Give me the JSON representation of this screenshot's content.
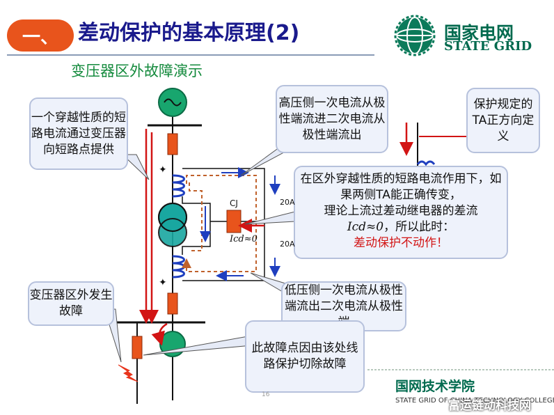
{
  "header": {
    "badge": "一、",
    "title": "差动保护的基本原理(2)",
    "subtitle": "变压器区外故障演示"
  },
  "logo": {
    "name_cn": "国家电网",
    "name_en": "STATE GRID"
  },
  "callouts": {
    "through_current": "一个穿越性质的短路电流通过变压器向短路点提供",
    "hv_side": "高压侧一次电流从极性端流进二次电流从极性端流出",
    "ta_rule": "保护规定的TA正方向定义",
    "main_line1": "在区外穿越性质的短路电流作用下，如果两侧TA能正确传变，",
    "main_line2": "理论上流过差动继电器的差流",
    "main_icd": "Icd≈0",
    "main_line3": "，所以此时：",
    "main_red": "差动保护不动作！",
    "fault": "变压器区外发生故障",
    "lv_side": "低压侧一次电流从极性端流出二次电流从极性端",
    "fault_point": "此故障点因由该处线路保护切除故障"
  },
  "labels": {
    "cj": "CJ",
    "icd": "Icd≈0",
    "current_top": "20A",
    "current_bottom": "20A",
    "page": "16"
  },
  "footer": {
    "name_cn": "国网技术学院",
    "name_en": "STATE GRID OF CHINA TECHNOLOGY COLLEGE",
    "watermark": "富运链动科技网"
  },
  "colors": {
    "badge": "#e8541c",
    "title": "#1a1a8c",
    "subtitle": "#138a3c",
    "logo": "#006a4e",
    "current_arrow": "#d21414",
    "secondary_arrow": "#1f3fbf",
    "dashed_path": "#c0612b",
    "relay": "#e8541c"
  }
}
